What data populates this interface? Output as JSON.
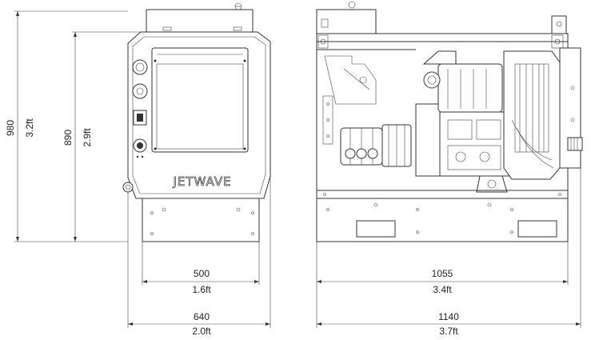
{
  "dimensions": {
    "left_height_total": {
      "mm": "980",
      "ft": "3.2ft"
    },
    "left_height_cabinet": {
      "mm": "890",
      "ft": "2.9ft"
    },
    "base_width_front": {
      "mm": "500",
      "ft": "1.6ft"
    },
    "total_width_front": {
      "mm": "640",
      "ft": "2.0ft"
    },
    "base_length_side": {
      "mm": "1055",
      "ft": "3.4ft"
    },
    "total_length_side": {
      "mm": "1140",
      "ft": "3.7ft"
    }
  },
  "brand": {
    "logo_text": "JETWAVE"
  }
}
